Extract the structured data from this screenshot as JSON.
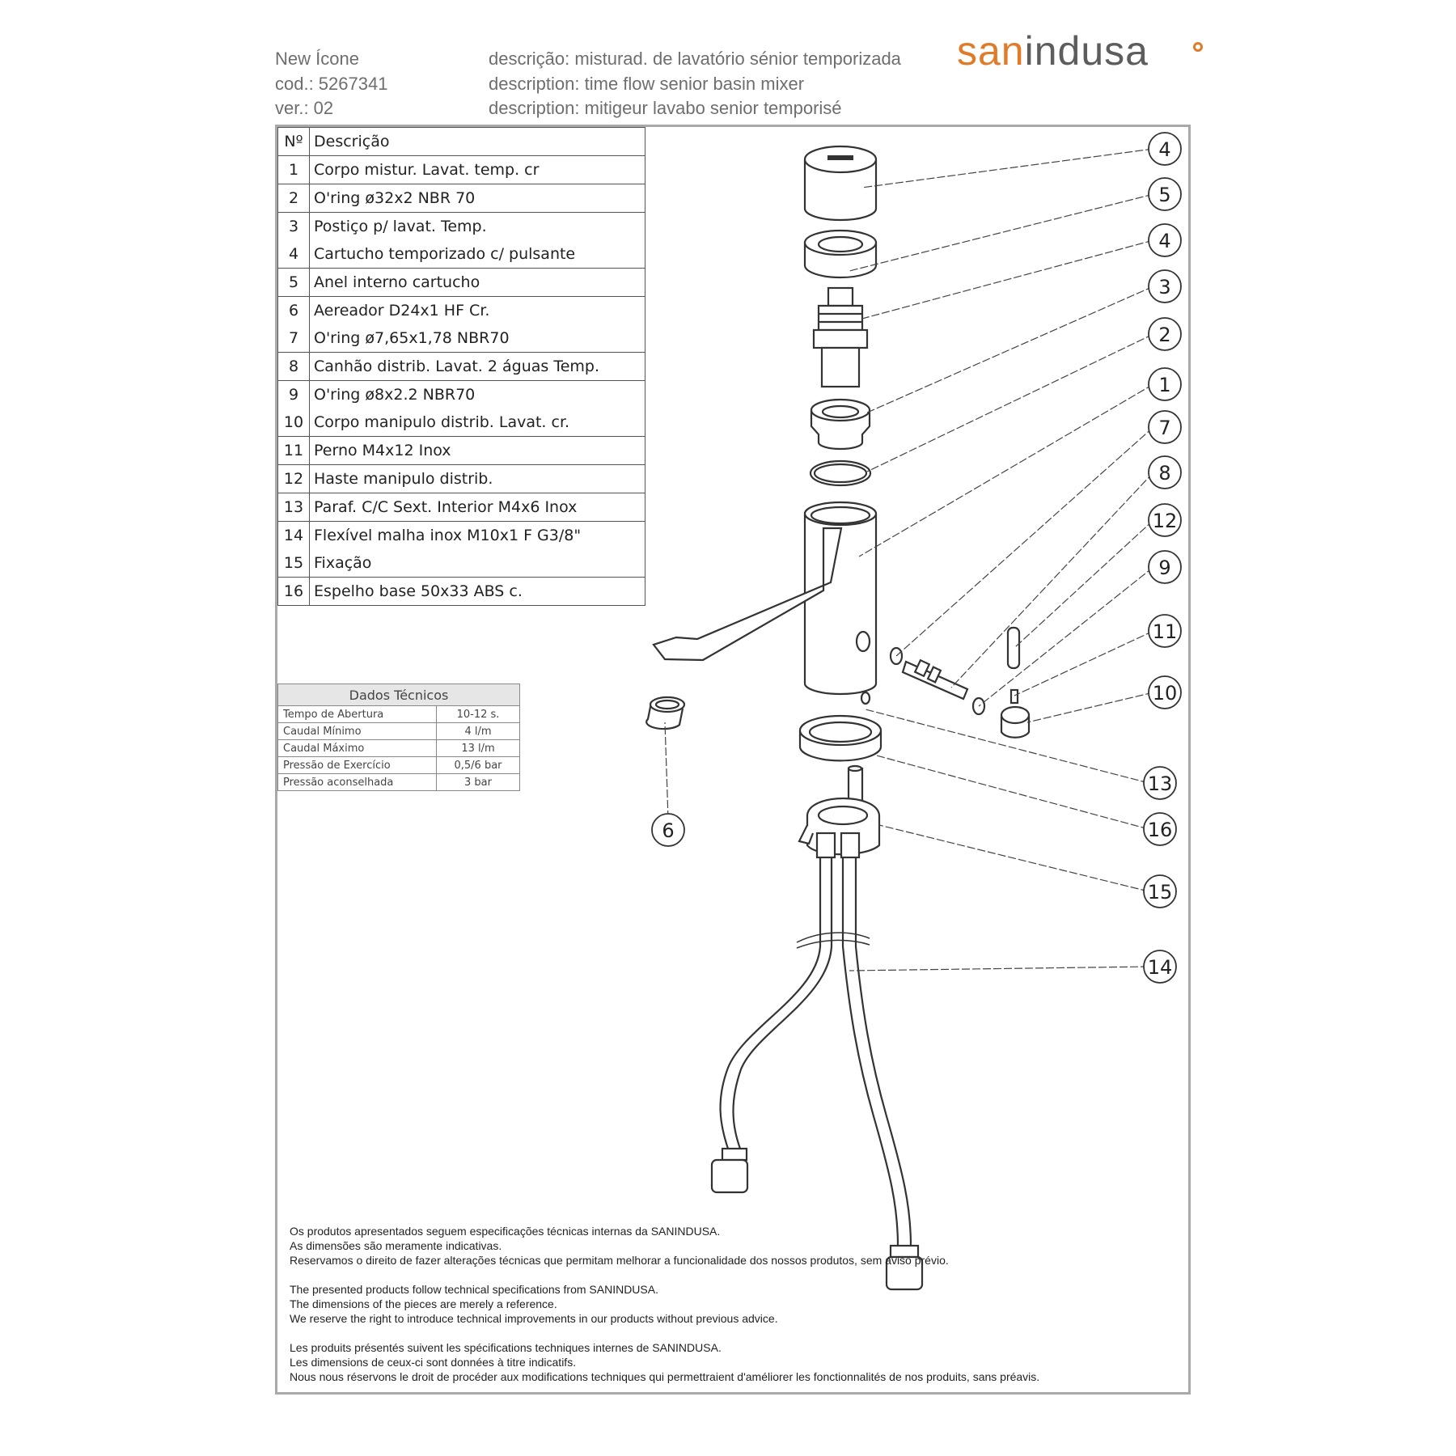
{
  "header": {
    "product": "New Ícone",
    "code": "cod.: 5267341",
    "version": "ver.: 02",
    "desc_pt": "descrição: misturad. de lavatório sénior temporizada",
    "desc_en": "description: time flow senior basin mixer",
    "desc_fr": "description: mitigeur lavabo senior temporisé",
    "logo_a": "san",
    "logo_b": "indusa"
  },
  "parts_table": {
    "col_no": "Nº",
    "col_desc": "Descrição",
    "rows": [
      {
        "n": "1",
        "d": "Corpo mistur. Lavat. temp. cr"
      },
      {
        "n": "2",
        "d": "O'ring ø32x2 NBR 70"
      },
      {
        "n": "3",
        "d": "Postiço p/ lavat. Temp."
      },
      {
        "n": "4",
        "d": "Cartucho temporizado c/ pulsante"
      },
      {
        "n": "5",
        "d": "Anel interno cartucho"
      },
      {
        "n": "6",
        "d": "Aereador D24x1 HF Cr."
      },
      {
        "n": "7",
        "d": "O'ring ø7,65x1,78 NBR70"
      },
      {
        "n": "8",
        "d": "Canhão distrib. Lavat. 2 águas Temp."
      },
      {
        "n": "9",
        "d": "O'ring ø8x2.2 NBR70"
      },
      {
        "n": "10",
        "d": "Corpo manipulo distrib. Lavat. cr."
      },
      {
        "n": "11",
        "d": "Perno M4x12 Inox"
      },
      {
        "n": "12",
        "d": "Haste manipulo distrib."
      },
      {
        "n": "13",
        "d": "Paraf. C/C Sext. Interior  M4x6 Inox"
      },
      {
        "n": "14",
        "d": "Flexível malha inox M10x1  F G3/8\""
      },
      {
        "n": "15",
        "d": "Fixação"
      },
      {
        "n": "16",
        "d": "Espelho base 50x33 ABS c."
      }
    ]
  },
  "tech": {
    "title": "Dados Técnicos",
    "rows": [
      {
        "k": "Tempo de Abertura",
        "v": "10-12 s."
      },
      {
        "k": "Caudal Mínimo",
        "v": "4 l/m"
      },
      {
        "k": "Caudal Máximo",
        "v": "13 l/m"
      },
      {
        "k": "Pressão de Exercício",
        "v": "0,5/6 bar"
      },
      {
        "k": "Pressão aconselhada",
        "v": "3 bar"
      }
    ]
  },
  "diagram": {
    "labels": [
      "4",
      "5",
      "4",
      "3",
      "2",
      "1",
      "7",
      "8",
      "12",
      "9",
      "11",
      "10",
      "13",
      "16",
      "15",
      "14",
      "6"
    ]
  },
  "notes": {
    "pt": [
      "Os produtos apresentados seguem especificações técnicas internas da SANINDUSA.",
      "As dimensões são meramente indicativas.",
      "Reservamos o direito de fazer alterações técnicas que permitam melhorar a funcionalidade dos nossos produtos, sem aviso prévio."
    ],
    "en": [
      "The presented products follow technical specifications from SANINDUSA.",
      "The dimensions of the pieces are merely a reference.",
      "We reserve the right to introduce technical improvements in our products without previous advice."
    ],
    "fr": [
      "Les produits présentés suivent les spécifications techniques internes de SANINDUSA.",
      "Les dimensions de ceux-ci sont données à titre indicatifs.",
      "Nous nous réservons le droit de procéder aux modifications techniques qui permettraient d'améliorer les fonctionnalités de nos produits, sans préavis."
    ]
  }
}
